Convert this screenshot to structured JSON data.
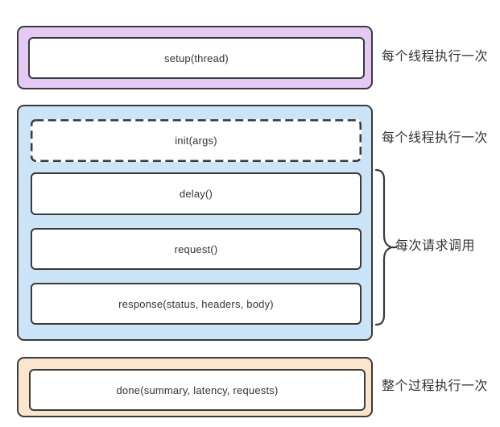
{
  "boxes": {
    "setup": "setup(thread)",
    "init": "init(args)",
    "delay": "delay()",
    "request": "request()",
    "response": "response(status, headers, body)",
    "done": "done(summary, latency, requests)"
  },
  "annotations": {
    "setup": "每个线程执行一次",
    "init": "每个线程执行一次",
    "per_request": "每次请求调用",
    "done": "整个过程执行一次"
  },
  "colors": {
    "setup_group_fill": "#e3c9f4",
    "thread_group_fill": "#cce4f8",
    "done_group_fill": "#fce5cd",
    "border": "#3a3a3a",
    "text": "#333333"
  }
}
